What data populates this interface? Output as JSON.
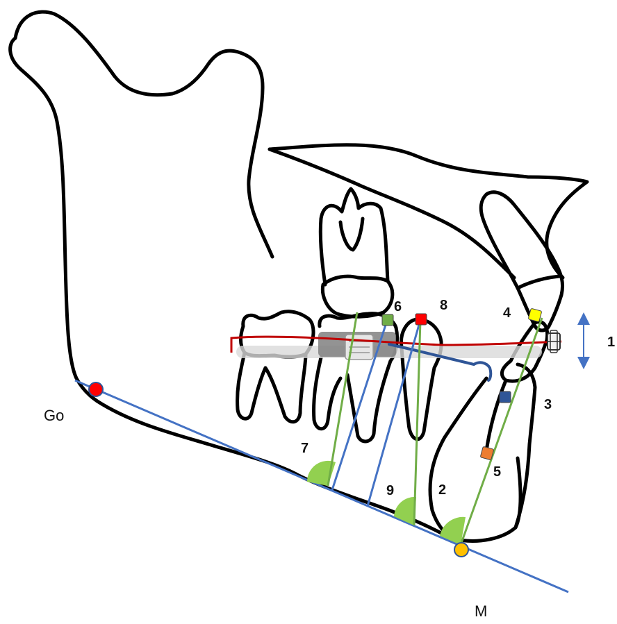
{
  "labels": {
    "go": "Go",
    "m": "M",
    "n1": "1",
    "n2": "2",
    "n3": "3",
    "n4": "4",
    "n5": "5",
    "n6": "6",
    "n7": "7",
    "n8": "8",
    "n9": "9"
  },
  "colors": {
    "outline": "#000000",
    "mandibular_plane": "#4472C4",
    "tooth_axis": "#70AD47",
    "angle_fill": "#92D050",
    "arch_wire": "#C00000",
    "go_point": "#FF0000",
    "m_point": "#FFC000",
    "marker_incisor_tip": "#FFFF00",
    "marker_incisor_root": "#ED7D31",
    "marker_blue": "#2F5597",
    "marker_molar": "#70AD47",
    "marker_premolar": "#FF0000",
    "arrow": "#4472C4",
    "appliance": "#808080"
  },
  "icons": {
    "double_arrow": "vertical-double-arrow-icon",
    "bracket": "bracket-icon",
    "hook": "hook-icon"
  }
}
